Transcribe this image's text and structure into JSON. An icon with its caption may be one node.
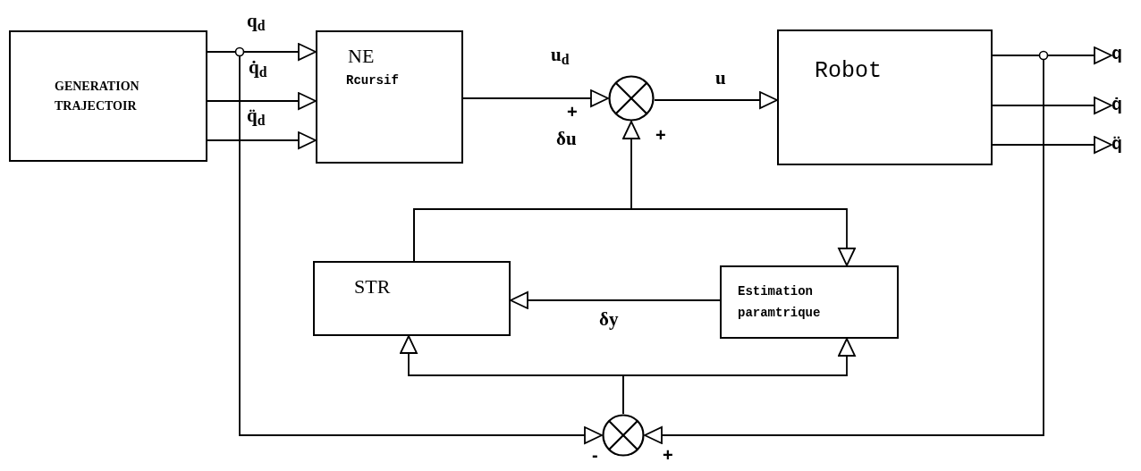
{
  "diagram": {
    "nodes": [
      {
        "text": [
          "GENERATION TRAJECTOIR"
        ]
      },
      {
        "text": [
          "NE",
          "Rcursif"
        ]
      },
      {
        "text": [],
        "shape": "circle"
      },
      {
        "text": [
          "Robot"
        ]
      },
      {
        "text": [
          "STR"
        ]
      },
      {
        "text": [
          "Estimation paramtrique"
        ]
      },
      {
        "text": [],
        "shape": "circle"
      },
      {
        "text": [
          "q"
        ]
      },
      {
        "text": [
          "q̇"
        ]
      },
      {
        "text": [
          "q̈"
        ]
      }
    ],
    "edges": [
      {
        "from": 0,
        "to": 1,
        "arrow": "to",
        "label": "q$_{d}$"
      },
      {
        "from": 0,
        "to": 1,
        "arrow": "to",
        "label": "q̇$_{d}$"
      },
      {
        "from": 0,
        "to": 1,
        "arrow": "to",
        "label": "q̈$_{d}$"
      },
      {
        "from": 1,
        "to": 2,
        "arrow": "to",
        "label": "u$_{d}$"
      },
      {
        "from": 2,
        "to": 3,
        "arrow": "to",
        "label": "u"
      },
      {
        "from": 3,
        "to": 7,
        "arrow": "to"
      },
      {
        "from": 3,
        "to": 8,
        "arrow": "to"
      },
      {
        "from": 3,
        "to": 9,
        "arrow": "to"
      },
      {
        "from": 4,
        "to": 2,
        "arrow": "to",
        "label": "δu"
      },
      {
        "from": 4,
        "to": 5,
        "arrow": "to"
      },
      {
        "from": 5,
        "to": 4,
        "arrow": "to",
        "label": "δy"
      },
      {
        "from": 6,
        "to": 4,
        "arrow": "to"
      },
      {
        "from": 6,
        "to": 5,
        "arrow": "to"
      },
      {
        "from": 0,
        "to": 6,
        "arrow": "to"
      },
      {
        "from": 3,
        "to": 6,
        "arrow": "to"
      }
    ],
    "labels": [
      "+",
      "+",
      "-",
      "+"
    ]
  }
}
